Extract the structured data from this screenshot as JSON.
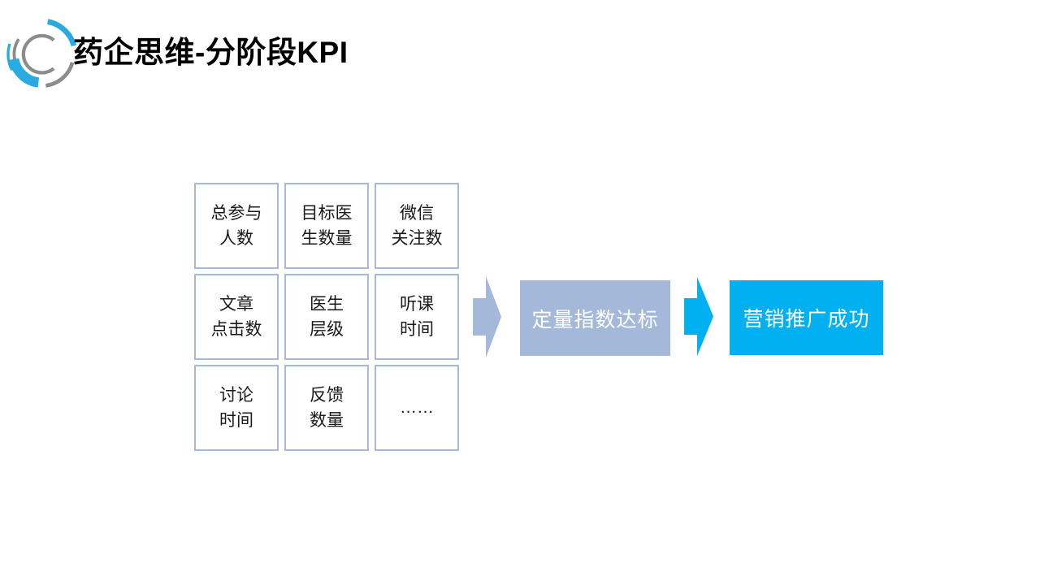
{
  "slide": {
    "title": "药企思维-分阶段KPI"
  },
  "kpi_grid": {
    "cells": [
      {
        "label": "总参与\n人数"
      },
      {
        "label": "目标医\n生数量"
      },
      {
        "label": "微信\n关注数"
      },
      {
        "label": "文章\n点击数"
      },
      {
        "label": "医生\n层级"
      },
      {
        "label": "听课\n时间"
      },
      {
        "label": "讨论\n时间"
      },
      {
        "label": "反馈\n数量"
      },
      {
        "label": "……"
      }
    ]
  },
  "flow": {
    "stage1_label": "定量指数达标",
    "stage2_label": "营销推广成功"
  },
  "colors": {
    "steel_blue": "#a4b9da",
    "bright_blue": "#00b0f0",
    "cell_border": "#a6bad8",
    "logo_blue": "#29abe2",
    "logo_gray": "#8c8c8c",
    "title_color": "#000000"
  }
}
